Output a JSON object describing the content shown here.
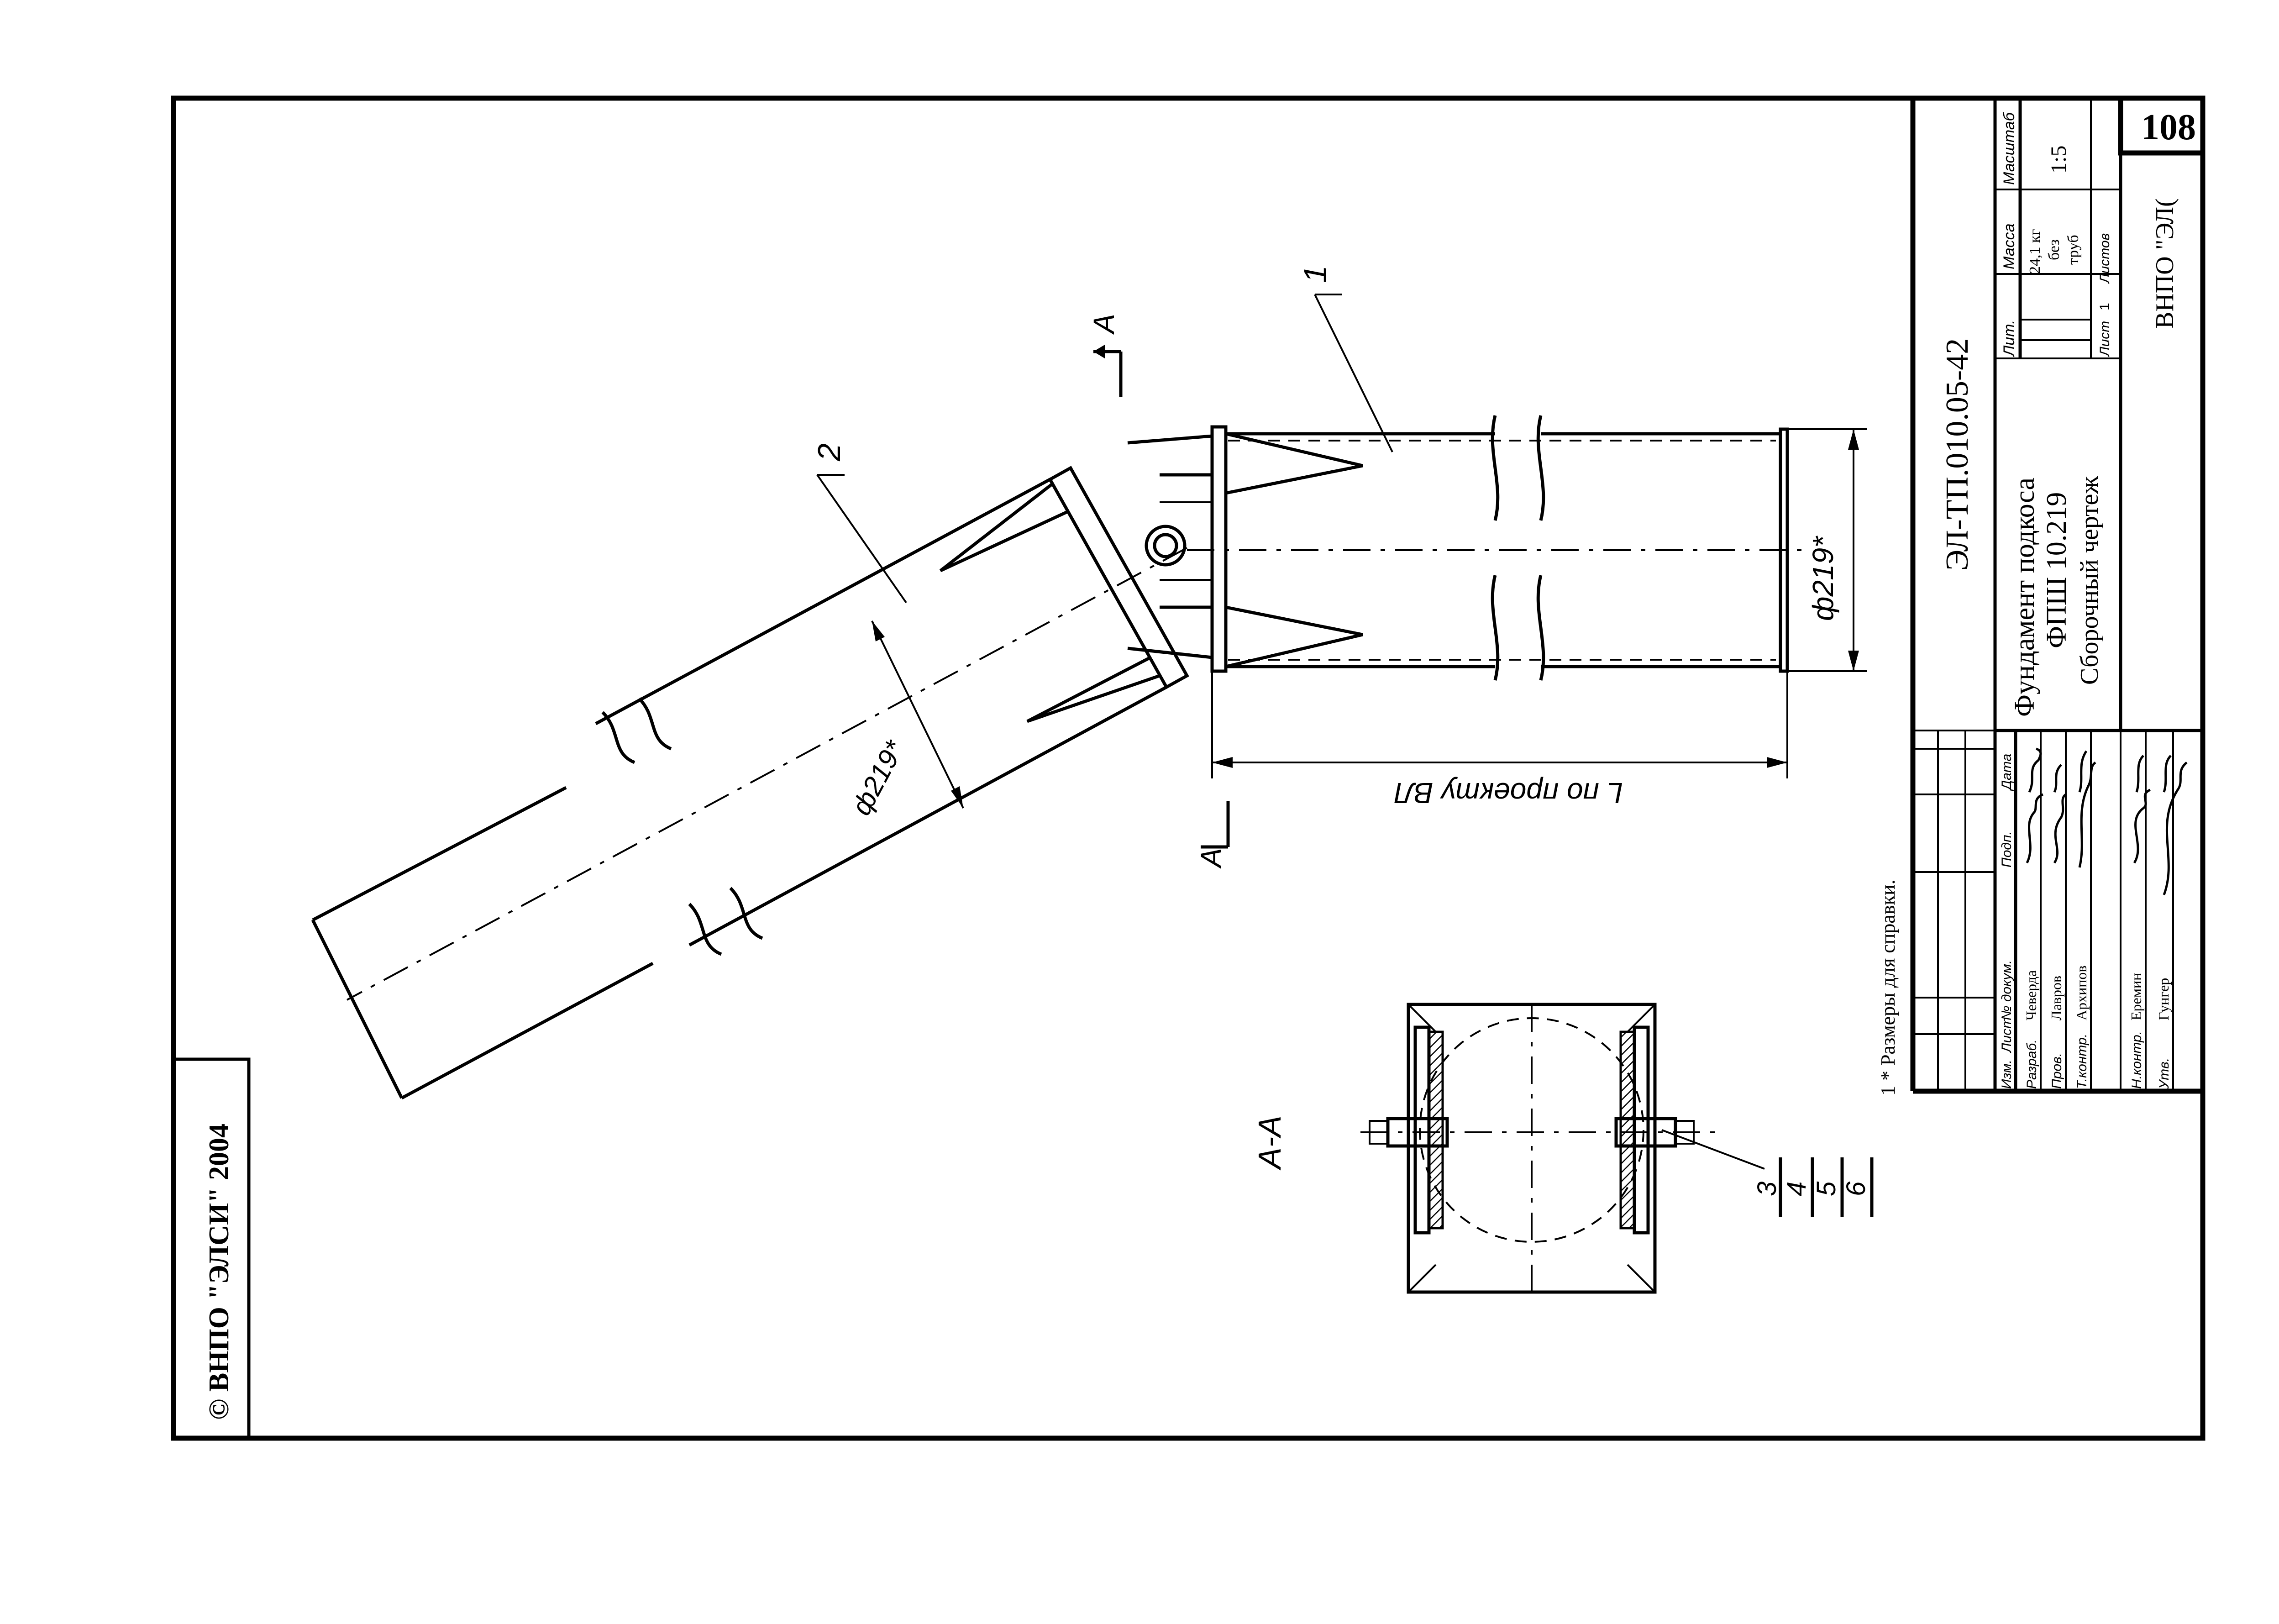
{
  "stamp": {
    "copyright": "© ВНПО \"ЭЛСИ\" 2004",
    "sheet_number": "108",
    "doc_code": "ЭЛ-ТП.010.05-42",
    "title_line1": "Фундамент подкоса",
    "title_line2": "ФПШ 10.219",
    "title_line3": "Сборочный чертеж",
    "lit_label": "Лит.",
    "mass_label": "Масса",
    "scale_label": "Масштаб",
    "mass_value_1": "24,1 кг",
    "mass_value_2": "без",
    "mass_value_3": "труб",
    "scale_value": "1:5",
    "sheet_label": "Лист",
    "sheet_value": "1",
    "sheets_label": "Листов",
    "org": "ВНПО \"ЭЛ(",
    "headers": [
      "Изм.",
      "Лист",
      "№ докум.",
      "Подп.",
      "Дата"
    ],
    "roles": [
      {
        "role": "Разраб.",
        "name": "Чеверда"
      },
      {
        "role": "Пров.",
        "name": "Лавров"
      },
      {
        "role": "Т.контр.",
        "name": "Архипов"
      },
      {
        "role": "",
        "name": ""
      },
      {
        "role": "Н.контр.",
        "name": "Еремин"
      },
      {
        "role": "Утв.",
        "name": "Гунгер"
      }
    ]
  },
  "drawing": {
    "note": "1   * Размеры для справки.",
    "pos_1": "1",
    "pos_2": "2",
    "pos_3": "3",
    "pos_4": "4",
    "pos_5": "5",
    "pos_6": "6",
    "dia_main": "ф219*",
    "dia_brace": "ф219*",
    "length_label": "L по проекту ВЛ",
    "section_mark": "А",
    "section_title": "А-А"
  }
}
